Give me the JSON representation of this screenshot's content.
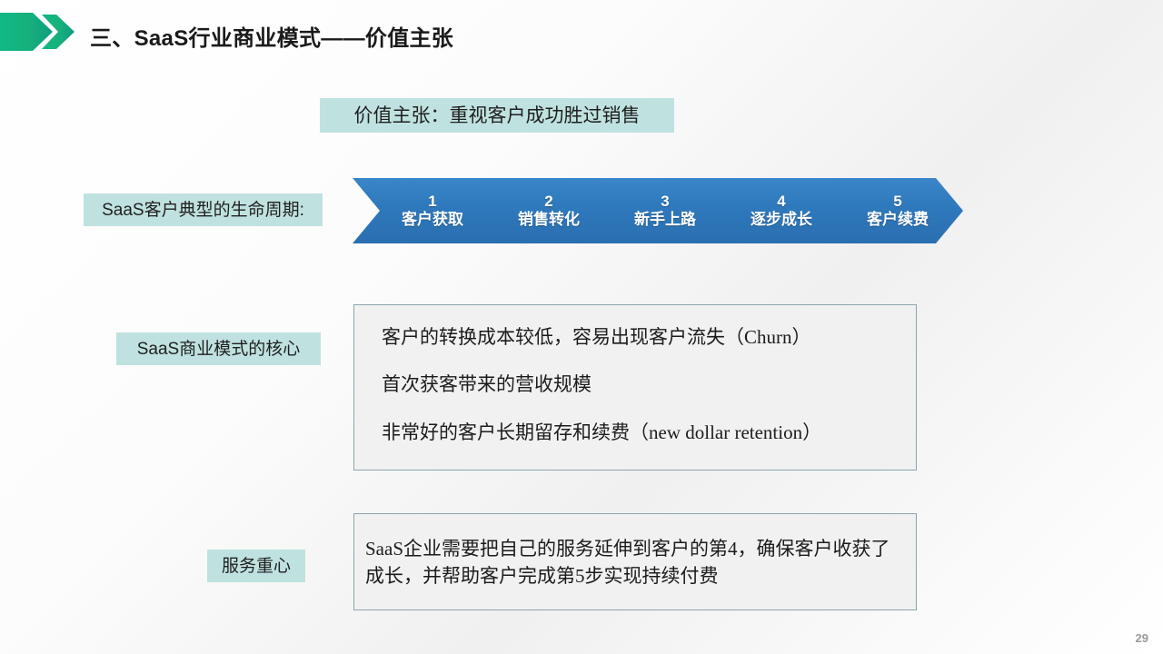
{
  "header": {
    "title": "三、SaaS行业商业模式——价值主张",
    "decoration_icon": "green-arrow-icon",
    "accent_color_start": "#14b37d",
    "accent_color_end": "#0e9b86"
  },
  "headline_banner": {
    "text": "价值主张：重视客户成功胜过销售",
    "background_color": "#bfe2e0"
  },
  "lifecycle": {
    "label": "SaaS客户典型的生命周期:",
    "chevron_color": "#2f79bd",
    "steps": [
      {
        "number": "1",
        "label": "客户获取"
      },
      {
        "number": "2",
        "label": "销售转化"
      },
      {
        "number": "3",
        "label": "新手上路"
      },
      {
        "number": "4",
        "label": "逐步成长"
      },
      {
        "number": "5",
        "label": "客户续费"
      }
    ]
  },
  "core": {
    "label": "SaaS商业模式的核心",
    "box_background": "#f1f1f1",
    "box_border": "#8aa5ae",
    "lines": [
      "客户的转换成本较低，容易出现客户流失（Churn）",
      "首次获客带来的营收规模",
      "非常好的客户长期留存和续费（new dollar retention）"
    ]
  },
  "service": {
    "label": "服务重心",
    "paragraph": "SaaS企业需要把自己的服务延伸到客户的第4，确保客户收获了成长，并帮助客户完成第5步实现持续付费"
  },
  "footer": {
    "page_number": "29"
  }
}
